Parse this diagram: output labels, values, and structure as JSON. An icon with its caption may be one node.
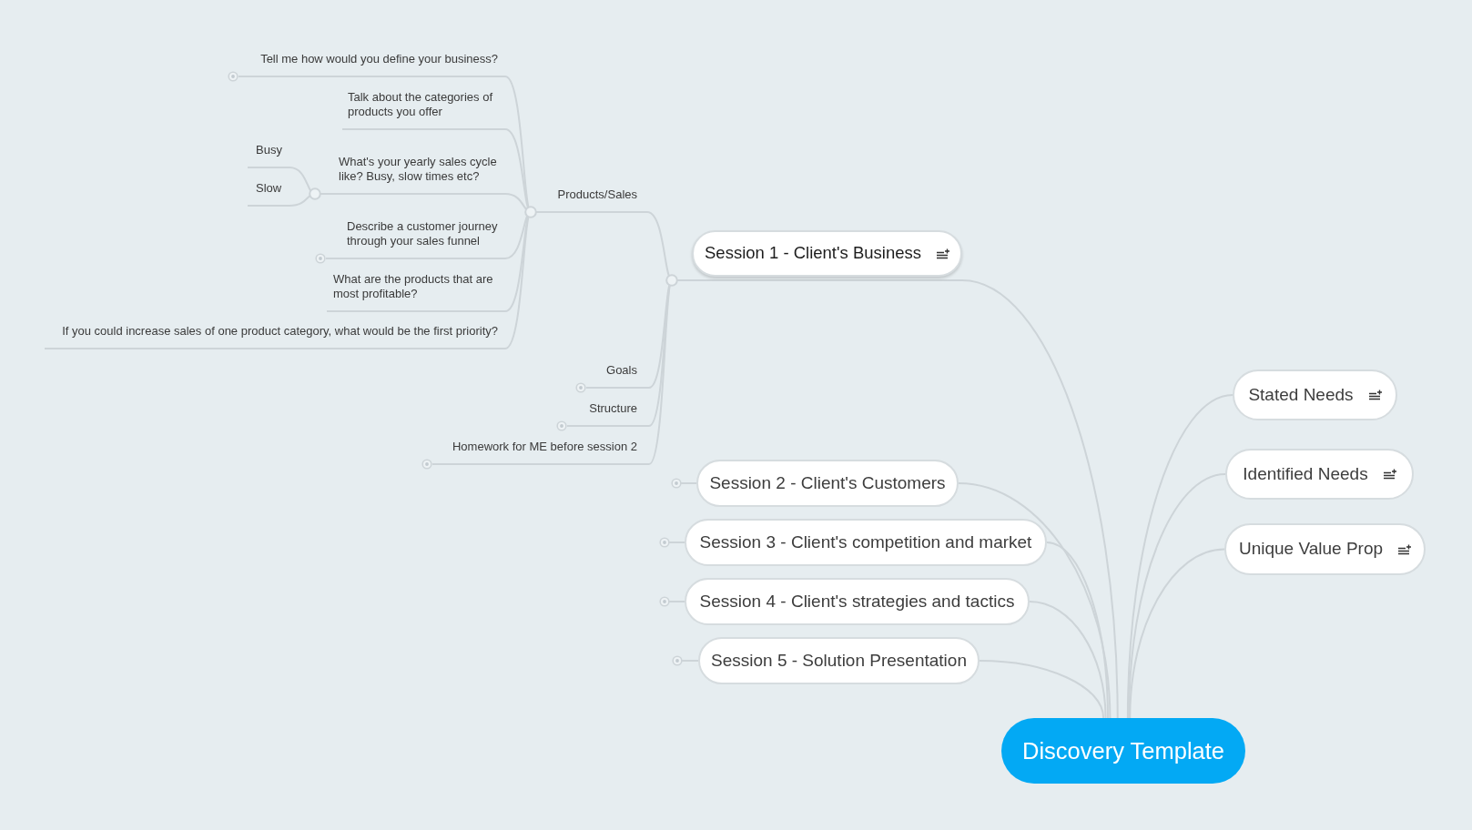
{
  "diagram": {
    "nodes": [
      {
        "text": [
          "Discovery Template"
        ]
      },
      {
        "text": [
          "Session 1 - Client's Business"
        ]
      },
      {
        "text": [
          "Products/Sales"
        ]
      },
      {
        "text": [
          "Tell me how would you define your business?"
        ]
      },
      {
        "text": [
          "Talk about the categories of products you offer"
        ]
      },
      {
        "text": [
          "What's your yearly sales cycle like? Busy, slow times etc?"
        ]
      },
      {
        "text": [
          "Busy"
        ]
      },
      {
        "text": [
          "Slow"
        ]
      },
      {
        "text": [
          "Describe a customer journey through your sales funnel"
        ]
      },
      {
        "text": [
          "What are the products that are most profitable?"
        ]
      },
      {
        "text": [
          "If you could increase sales of one product category, what would be the first priority?"
        ]
      },
      {
        "text": [
          "Goals"
        ]
      },
      {
        "text": [
          "Structure"
        ]
      },
      {
        "text": [
          "Homework for ME before session 2"
        ]
      },
      {
        "text": [
          "Session 2 - Client's Customers"
        ]
      },
      {
        "text": [
          "Session 3 - Client's competition and market"
        ]
      },
      {
        "text": [
          "Session 4 - Client's strategies and tactics"
        ]
      },
      {
        "text": [
          "Session 5 - Solution Presentation"
        ]
      },
      {
        "text": [
          "Stated Needs"
        ]
      },
      {
        "text": [
          "Identified Needs"
        ]
      },
      {
        "text": [
          "Unique Value Prop"
        ]
      }
    ],
    "edges": [
      {
        "from": 0,
        "to": 1,
        "arrow": "none"
      },
      {
        "from": 1,
        "to": 2,
        "arrow": "none"
      },
      {
        "from": 2,
        "to": 3,
        "arrow": "none"
      },
      {
        "from": 2,
        "to": 4,
        "arrow": "none"
      },
      {
        "from": 2,
        "to": 5,
        "arrow": "none"
      },
      {
        "from": 5,
        "to": 6,
        "arrow": "none"
      },
      {
        "from": 5,
        "to": 7,
        "arrow": "none"
      },
      {
        "from": 2,
        "to": 8,
        "arrow": "none"
      },
      {
        "from": 2,
        "to": 9,
        "arrow": "none"
      },
      {
        "from": 2,
        "to": 10,
        "arrow": "none"
      },
      {
        "from": 1,
        "to": 11,
        "arrow": "none"
      },
      {
        "from": 1,
        "to": 12,
        "arrow": "none"
      },
      {
        "from": 1,
        "to": 13,
        "arrow": "none"
      },
      {
        "from": 0,
        "to": 14,
        "arrow": "none"
      },
      {
        "from": 0,
        "to": 15,
        "arrow": "none"
      },
      {
        "from": 0,
        "to": 16,
        "arrow": "none"
      },
      {
        "from": 0,
        "to": 17,
        "arrow": "none"
      },
      {
        "from": 0,
        "to": 18,
        "arrow": "none"
      },
      {
        "from": 0,
        "to": 19,
        "arrow": "none"
      },
      {
        "from": 0,
        "to": 20,
        "arrow": "none"
      }
    ]
  }
}
